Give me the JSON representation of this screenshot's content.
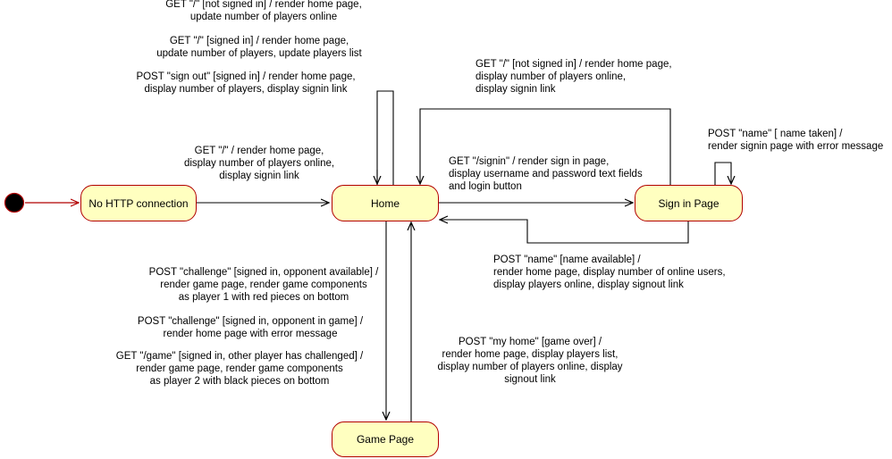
{
  "states": {
    "no_http": "No HTTP connection",
    "home": "Home",
    "signin": "Sign in Page",
    "game": "Game Page"
  },
  "transitions": {
    "home_self": [
      [
        "GET \"/\" [not signed in] / render home page,",
        "update number of players online"
      ],
      [
        "GET \"/\" [signed in] / render home page,",
        "update number of players, update players list"
      ],
      [
        "POST \"sign out\" [signed in] / render home page,",
        "display number of players, display signin link"
      ]
    ],
    "start_to_home": [
      "GET \"/\"  / render home page,",
      "display number of players online,",
      "display signin link"
    ],
    "signin_to_home_top": [
      "GET \"/\" [not signed in] / render home page,",
      "display number of players online,",
      "display signin link"
    ],
    "home_to_signin": [
      "GET \"/signin\" / render sign in page,",
      "display username and password text fields",
      "and login button"
    ],
    "signin_self": [
      "POST \"name\" [ name taken] /",
      "render signin page with error message"
    ],
    "signin_to_home_bottom": [
      "POST \"name\" [name available] /",
      "render home page, display number of online users,",
      "display players online, display signout link"
    ],
    "home_to_game": [
      [
        "POST \"challenge\" [signed in, opponent available] /",
        "render game page, render game components",
        "as player 1 with red pieces on bottom"
      ],
      [
        "POST \"challenge\" [signed in, opponent in game] /",
        "render home page with error message"
      ],
      [
        "GET \"/game\" [signed in, other player has challenged]  /",
        "render game page, render game components",
        "as player 2 with black pieces on bottom"
      ]
    ],
    "game_to_home": [
      "POST \"my home\" [game over]  /",
      "render home page, display players list,",
      "display number of players online, display",
      "signout link"
    ]
  },
  "colors": {
    "state_fill": "#ffffc0",
    "state_border": "#b20000",
    "initial_node": "#000000",
    "initial_arrow": "#b20000",
    "edge": "#000000"
  }
}
